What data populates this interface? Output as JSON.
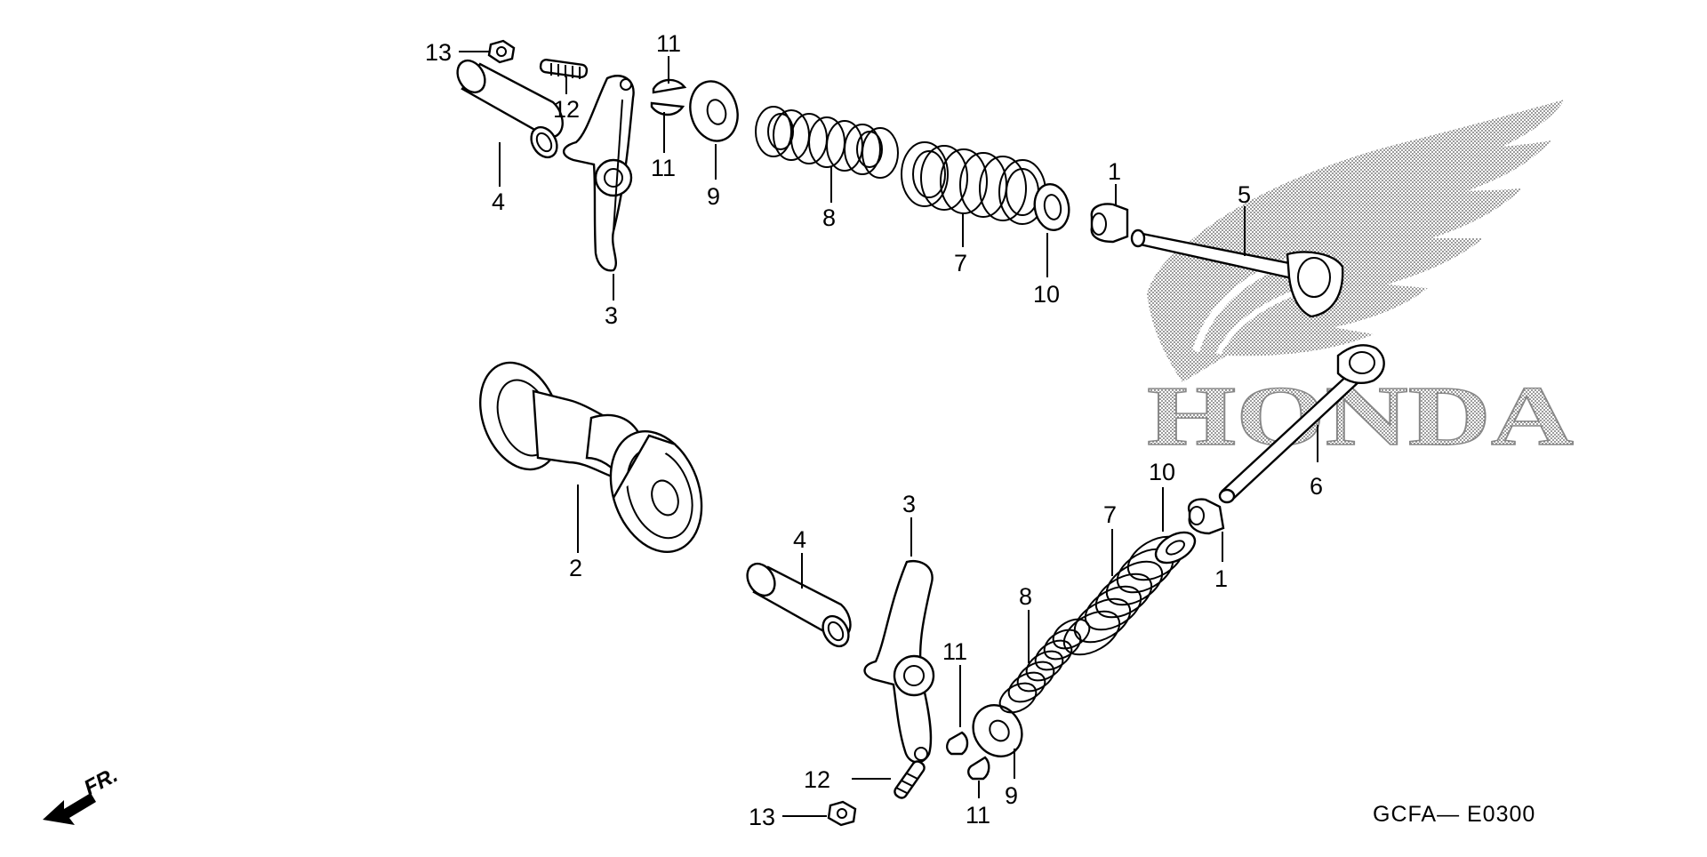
{
  "brand": {
    "logo_text": "HONDA"
  },
  "diagram_code": "GCFA— E0300",
  "direction_label": "FR.",
  "callouts": {
    "c1a": "1",
    "c1b": "1",
    "c2": "2",
    "c3a": "3",
    "c3b": "3",
    "c4a": "4",
    "c4b": "4",
    "c5": "5",
    "c6": "6",
    "c7a": "7",
    "c7b": "7",
    "c8a": "8",
    "c8b": "8",
    "c9a": "9",
    "c9b": "9",
    "c10a": "10",
    "c10b": "10",
    "c11a": "11",
    "c11b": "11",
    "c11c": "11",
    "c11d": "11",
    "c12a": "12",
    "c12b": "12",
    "c13a": "13",
    "c13b": "13"
  }
}
